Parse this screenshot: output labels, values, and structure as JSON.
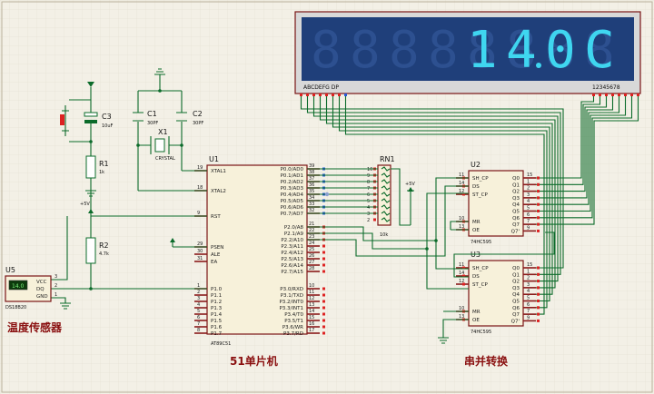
{
  "display": {
    "value_text": "14.0C",
    "segment_label": "ABCDEFG DP",
    "digit_label": "12345678",
    "colors": {
      "bg": "#1f3f7a",
      "digit": "#3fd6f0",
      "dim": "#2d5090"
    }
  },
  "sections": {
    "sensor": "温度传感器",
    "mcu": "51单片机",
    "shift": "串并转换"
  },
  "mcu": {
    "ref": "U1",
    "part": "AT89C51",
    "left_pins": [
      {
        "num": "19",
        "name": "XTAL1"
      },
      {
        "num": "18",
        "name": "XTAL2"
      },
      {
        "num": "9",
        "name": "RST"
      },
      {
        "num": "29",
        "name": "PSEN"
      },
      {
        "num": "30",
        "name": "ALE"
      },
      {
        "num": "31",
        "name": "EA"
      },
      {
        "num": "1",
        "name": "P1.0"
      },
      {
        "num": "2",
        "name": "P1.1"
      },
      {
        "num": "3",
        "name": "P1.2"
      },
      {
        "num": "4",
        "name": "P1.3"
      },
      {
        "num": "5",
        "name": "P1.4"
      },
      {
        "num": "6",
        "name": "P1.5"
      },
      {
        "num": "7",
        "name": "P1.6"
      },
      {
        "num": "8",
        "name": "P1.7"
      }
    ],
    "right_pins": [
      {
        "num": "39",
        "name": "P0.0/AD0"
      },
      {
        "num": "38",
        "name": "P0.1/AD1"
      },
      {
        "num": "37",
        "name": "P0.2/AD2"
      },
      {
        "num": "36",
        "name": "P0.3/AD3"
      },
      {
        "num": "35",
        "name": "P0.4/AD4"
      },
      {
        "num": "34",
        "name": "P0.5/AD5"
      },
      {
        "num": "33",
        "name": "P0.6/AD6"
      },
      {
        "num": "32",
        "name": "P0.7/AD7"
      },
      {
        "num": "21",
        "name": "P2.0/A8"
      },
      {
        "num": "22",
        "name": "P2.1/A9"
      },
      {
        "num": "23",
        "name": "P2.2/A10"
      },
      {
        "num": "24",
        "name": "P2.3/A11"
      },
      {
        "num": "25",
        "name": "P2.4/A12"
      },
      {
        "num": "26",
        "name": "P2.5/A13"
      },
      {
        "num": "27",
        "name": "P2.6/A14"
      },
      {
        "num": "28",
        "name": "P2.7/A15"
      },
      {
        "num": "10",
        "name": "P3.0/RXD"
      },
      {
        "num": "11",
        "name": "P3.1/TXD"
      },
      {
        "num": "12",
        "name": "P3.2/INT0"
      },
      {
        "num": "13",
        "name": "P3.3/INT1"
      },
      {
        "num": "14",
        "name": "P3.4/T0"
      },
      {
        "num": "15",
        "name": "P3.5/T1"
      },
      {
        "num": "16",
        "name": "P3.6/WR"
      },
      {
        "num": "17",
        "name": "P3.7/RD"
      }
    ]
  },
  "shift_registers": [
    {
      "ref": "U2",
      "part": "74HC595",
      "left_pins": [
        {
          "num": "11",
          "name": "SH_CP"
        },
        {
          "num": "14",
          "name": "DS"
        },
        {
          "num": "12",
          "name": "ST_CP"
        },
        {
          "num": "10",
          "name": "MR"
        },
        {
          "num": "13",
          "name": "OE"
        }
      ],
      "right_pins": [
        {
          "num": "15",
          "name": "Q0"
        },
        {
          "num": "1",
          "name": "Q1"
        },
        {
          "num": "2",
          "name": "Q2"
        },
        {
          "num": "3",
          "name": "Q3"
        },
        {
          "num": "4",
          "name": "Q4"
        },
        {
          "num": "5",
          "name": "Q5"
        },
        {
          "num": "6",
          "name": "Q6"
        },
        {
          "num": "7",
          "name": "Q7"
        },
        {
          "num": "9",
          "name": "Q7'"
        }
      ]
    },
    {
      "ref": "U3",
      "part": "74HC595",
      "left_pins": [
        {
          "num": "11",
          "name": "SH_CP"
        },
        {
          "num": "14",
          "name": "DS"
        },
        {
          "num": "12",
          "name": "ST_CP"
        },
        {
          "num": "10",
          "name": "MR"
        },
        {
          "num": "13",
          "name": "OE"
        }
      ],
      "right_pins": [
        {
          "num": "15",
          "name": "Q0"
        },
        {
          "num": "1",
          "name": "Q1"
        },
        {
          "num": "2",
          "name": "Q2"
        },
        {
          "num": "3",
          "name": "Q3"
        },
        {
          "num": "4",
          "name": "Q4"
        },
        {
          "num": "5",
          "name": "Q5"
        },
        {
          "num": "6",
          "name": "Q6"
        },
        {
          "num": "7",
          "name": "Q7"
        },
        {
          "num": "9",
          "name": "Q7'"
        }
      ]
    }
  ],
  "rn1": {
    "ref": "RN1",
    "value": "10k",
    "pins": [
      "10",
      "9",
      "8",
      "7",
      "6",
      "5",
      "4",
      "3",
      "2"
    ],
    "vcc": "+5V"
  },
  "components": {
    "c1": {
      "ref": "C1",
      "value": "30PF"
    },
    "c2": {
      "ref": "C2",
      "value": "30PF"
    },
    "c3": {
      "ref": "C3",
      "value": "10uF"
    },
    "x1": {
      "ref": "X1",
      "value": "CRYSTAL"
    },
    "r1": {
      "ref": "R1",
      "value": "1k"
    },
    "r2": {
      "ref": "R2",
      "value": "4.7k"
    },
    "rst_vcc": "+5V"
  },
  "sensor": {
    "ref": "U5",
    "reading": "14.0",
    "pins": [
      {
        "num": "3",
        "name": "VCC"
      },
      {
        "num": "2",
        "name": "DQ"
      },
      {
        "num": "1",
        "name": "GND"
      }
    ],
    "part": "DS18B20"
  }
}
